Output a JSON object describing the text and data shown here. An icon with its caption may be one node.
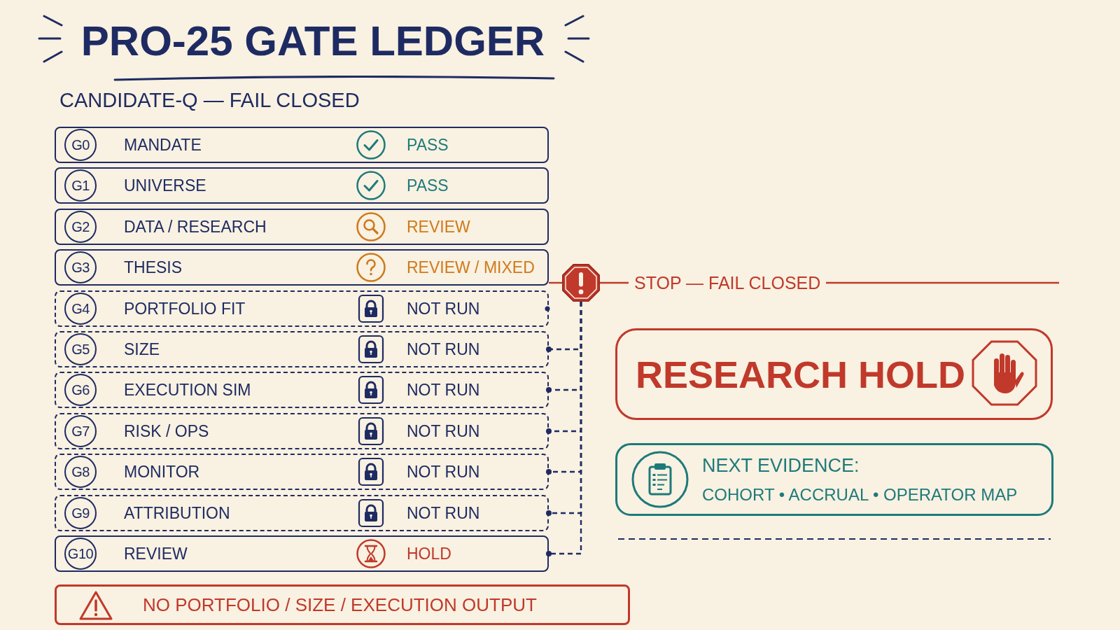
{
  "diagram": {
    "title": "PRO-25 GATE LEDGER",
    "nodes": [
      {
        "text": [
          "MANDATE",
          "PASS"
        ]
      },
      {
        "text": [
          "G0"
        ],
        "in": 0
      },
      {
        "text": [
          "UNIVERSE",
          "PASS"
        ]
      },
      {
        "text": [
          "G1"
        ],
        "in": 2
      },
      {
        "text": [
          "DATA / RESEARCH",
          "REVIEW"
        ]
      },
      {
        "text": [
          "G2"
        ],
        "in": 4
      },
      {
        "text": [
          "THESIS",
          "REVIEW / MIXED"
        ]
      },
      {
        "text": [
          "G3"
        ],
        "in": 6
      },
      {
        "text": [
          "PORTFOLIO FIT",
          "NOT RUN"
        ]
      },
      {
        "text": [
          "G4"
        ],
        "in": 8
      },
      {
        "text": [
          "SIZE",
          "NOT RUN"
        ]
      },
      {
        "text": [
          "G5"
        ],
        "in": 10
      },
      {
        "text": [
          "EXECUTION SIM",
          "NOT RUN"
        ]
      },
      {
        "text": [
          "G6"
        ],
        "in": 12
      },
      {
        "text": [
          "RISK / OPS",
          "NOT RUN"
        ]
      },
      {
        "text": [
          "G7"
        ],
        "in": 14
      },
      {
        "text": [
          "MONITOR",
          "NOT RUN"
        ]
      },
      {
        "text": [
          "G8"
        ],
        "in": 16
      },
      {
        "text": [
          "ATTRIBUTION",
          "NOT RUN"
        ]
      },
      {
        "text": [
          "G9"
        ],
        "in": 18
      },
      {
        "text": [
          "REVIEW",
          "HOLD"
        ]
      },
      {
        "text": [
          "G10"
        ],
        "in": 20
      },
      {
        "text": [],
        "shape": "octagon"
      },
      {
        "text": [
          "RESEARCH HOLD"
        ]
      },
      {
        "text": [
          "NEXT EVIDENCE:",
          "COHORT • ACCRUAL • OPERATOR MAP"
        ]
      },
      {
        "text": [
          "NO PORTFOLIO / SIZE / EXECUTION OUTPUT"
        ]
      }
    ],
    "edges": [
      {
        "from": 6,
        "to": 22,
        "arrow": "none",
        "color": "#c0392b"
      },
      {
        "from": 22,
        "to": null,
        "arrow": "none",
        "label": "STOP — FAIL CLOSED",
        "color": "#c0392b"
      },
      {
        "from": 10,
        "to": 22,
        "arrow": "other",
        "style": "dashed"
      },
      {
        "from": 12,
        "to": 22,
        "arrow": "other",
        "style": "dashed"
      },
      {
        "from": 14,
        "to": 22,
        "arrow": "other",
        "style": "dashed"
      },
      {
        "from": 16,
        "to": 22,
        "arrow": "other",
        "style": "dashed"
      },
      {
        "from": 18,
        "to": 22,
        "arrow": "other",
        "style": "dashed"
      },
      {
        "from": 20,
        "to": 22,
        "arrow": "other",
        "style": "dashed"
      }
    ],
    "labels": [
      "CANDIDATE-Q — FAIL CLOSED"
    ]
  }
}
